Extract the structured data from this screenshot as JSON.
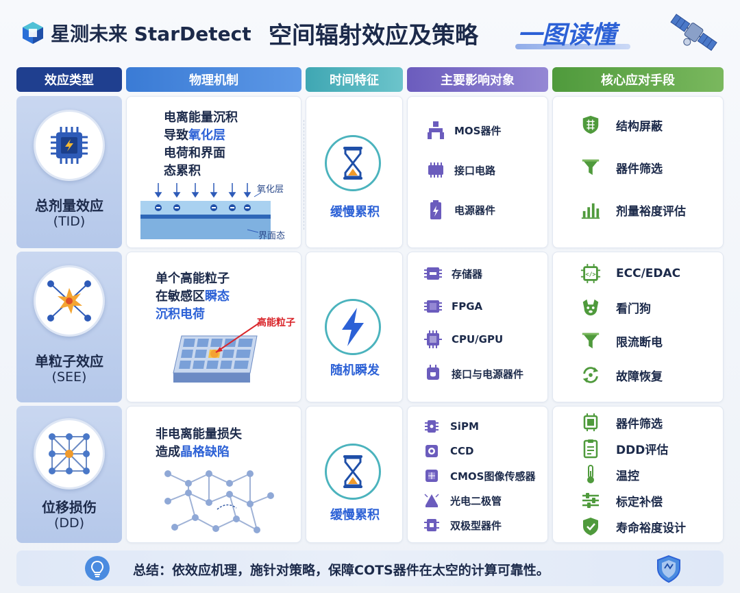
{
  "header": {
    "logo_text": "星测未来 StarDetect",
    "title_main": "空间辐射效应及策略",
    "title_accent": "一图读懂"
  },
  "columns": {
    "type": "效应类型",
    "mechanism": "物理机制",
    "time": "时间特征",
    "targets": "主要影响对象",
    "response": "核心应对手段"
  },
  "colors": {
    "type_header": "#1f3f8f",
    "mechanism_header": "#3a7bd5",
    "time_header": "#4bb3bd",
    "targets_header": "#7a6cc4",
    "response_header": "#5aa046",
    "accent": "#2c61d6"
  },
  "rows": [
    {
      "name": "总剂量效应",
      "abbr": "(TID)",
      "type_icon": "chip-bolt-icon",
      "mech_line1": "电离能量沉积",
      "mech_line2_pre": "导致",
      "mech_line2_hl": "氧化层",
      "mech_line3": "电荷和界面",
      "mech_line4": "态累积",
      "label_a": "氧化层",
      "label_b": "界面态",
      "time_icon": "hourglass-icon",
      "time_label": "缓慢累积",
      "targets": [
        {
          "icon": "mos-transistor-icon",
          "label": "MOS器件"
        },
        {
          "icon": "interface-chip-icon",
          "label": "接口电路"
        },
        {
          "icon": "battery-icon",
          "label": "电源器件"
        }
      ],
      "responses": [
        {
          "icon": "shield-grid-icon",
          "label": "结构屏蔽"
        },
        {
          "icon": "filter-funnel-icon",
          "label": "器件筛选"
        },
        {
          "icon": "bar-chart-icon",
          "label": "剂量裕度评估"
        }
      ]
    },
    {
      "name": "单粒子效应",
      "abbr": "(SEE)",
      "type_icon": "particle-burst-icon",
      "mech_line1": "单个高能粒子",
      "mech_line2_pre": "在敏感区",
      "mech_line2_hl": "瞬态",
      "mech_line3": "沉积电荷",
      "label_red": "高能粒子",
      "time_icon": "lightning-icon",
      "time_label": "随机瞬发",
      "targets": [
        {
          "icon": "memory-chip-icon",
          "label": "存储器"
        },
        {
          "icon": "fpga-chip-icon",
          "label": "FPGA"
        },
        {
          "icon": "cpu-chip-icon",
          "label": "CPU/GPU"
        },
        {
          "icon": "power-interface-icon",
          "label": "接口与电源器件"
        }
      ],
      "responses": [
        {
          "icon": "code-chip-icon",
          "label": "ECC/EDAC"
        },
        {
          "icon": "watchdog-icon",
          "label": "看门狗"
        },
        {
          "icon": "filter-funnel-icon",
          "label": "限流断电"
        },
        {
          "icon": "recovery-cycle-icon",
          "label": "故障恢复"
        }
      ]
    },
    {
      "name": "位移损伤",
      "abbr": "(DD)",
      "type_icon": "lattice-icon",
      "mech_line1": "非电离能量损失",
      "mech_line2_pre": "造成",
      "mech_line2_hl": "晶格缺陷",
      "time_icon": "hourglass-icon",
      "time_label": "缓慢累积",
      "targets": [
        {
          "icon": "sipm-chip-icon",
          "label": "SiPM"
        },
        {
          "icon": "ccd-chip-icon",
          "label": "CCD"
        },
        {
          "icon": "cmos-sensor-icon",
          "label": "CMOS图像传感器"
        },
        {
          "icon": "photodiode-icon",
          "label": "光电二极管"
        },
        {
          "icon": "bipolar-chip-icon",
          "label": "双极型器件"
        }
      ],
      "responses": [
        {
          "icon": "chip-filter-icon",
          "label": "器件筛选"
        },
        {
          "icon": "clipboard-icon",
          "label": "DDD评估"
        },
        {
          "icon": "thermometer-icon",
          "label": "温控"
        },
        {
          "icon": "sliders-icon",
          "label": "标定补偿"
        },
        {
          "icon": "shield-check-icon",
          "label": "寿命裕度设计"
        }
      ]
    }
  ],
  "summary": {
    "icon": "lightbulb-icon",
    "text": "总结：依效应机理，施针对策略，保障COTS器件在太空的计算可靠性。",
    "badge_icon": "shield-badge-icon"
  }
}
